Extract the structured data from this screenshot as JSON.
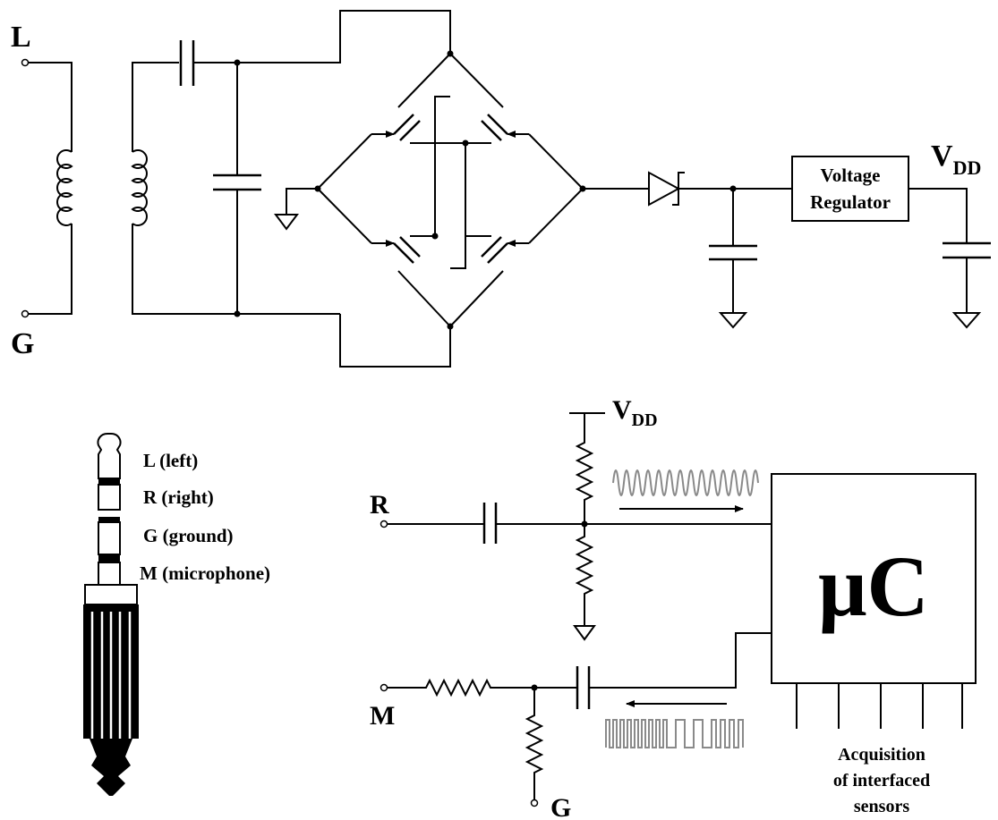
{
  "power_stage": {
    "terminals": {
      "left": "L",
      "ground": "G"
    },
    "regulator_label_line1": "Voltage",
    "regulator_label_line2": "Regulator",
    "vdd_main": "V",
    "vdd_sub": "DD"
  },
  "jack": {
    "rings": [
      {
        "label": "L (left)"
      },
      {
        "label": "R (right)"
      },
      {
        "label": "G (ground)"
      },
      {
        "label": "M (microphone)"
      }
    ]
  },
  "interface_stage": {
    "vdd_main": "V",
    "vdd_sub": "DD",
    "input_r": "R",
    "input_m": "M",
    "ground_g": "G",
    "mcu_label": "μC",
    "acquisition_line1": "Acquisition",
    "acquisition_line2": "of interfaced",
    "acquisition_line3": "sensors"
  }
}
